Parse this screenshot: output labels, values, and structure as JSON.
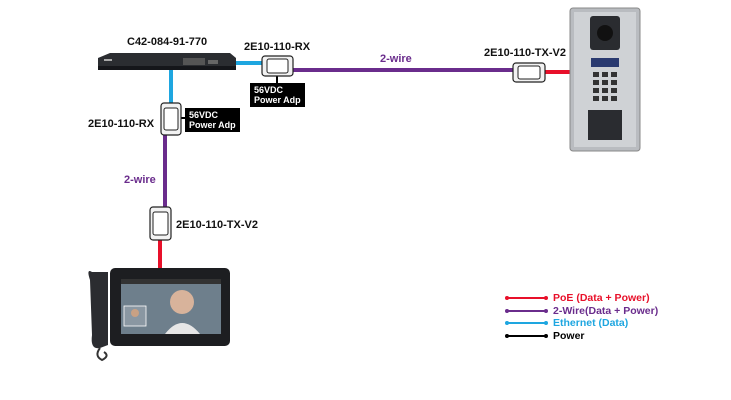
{
  "switch": {
    "label": "C42-084-91-770"
  },
  "receivers": [
    {
      "label": "2E10-110-RX",
      "power": [
        "56VDC",
        "Power Adp"
      ]
    },
    {
      "label": "2E10-110-RX",
      "power": [
        "56VDC",
        "Power Adp"
      ]
    }
  ],
  "transmitters": [
    {
      "label": "2E10-110-TX-V2"
    },
    {
      "label": "2E10-110-TX-V2"
    }
  ],
  "wire_labels": [
    "2-wire",
    "2-wire"
  ],
  "legend": [
    {
      "label": "PoE (Data + Power)",
      "color": "#e8102a"
    },
    {
      "label": "2-Wire(Data + Power)",
      "color": "#6a2c8c"
    },
    {
      "label": "Ethernet (Data)",
      "color": "#1ea6e0"
    },
    {
      "label": "Power",
      "color": "#000000"
    }
  ]
}
